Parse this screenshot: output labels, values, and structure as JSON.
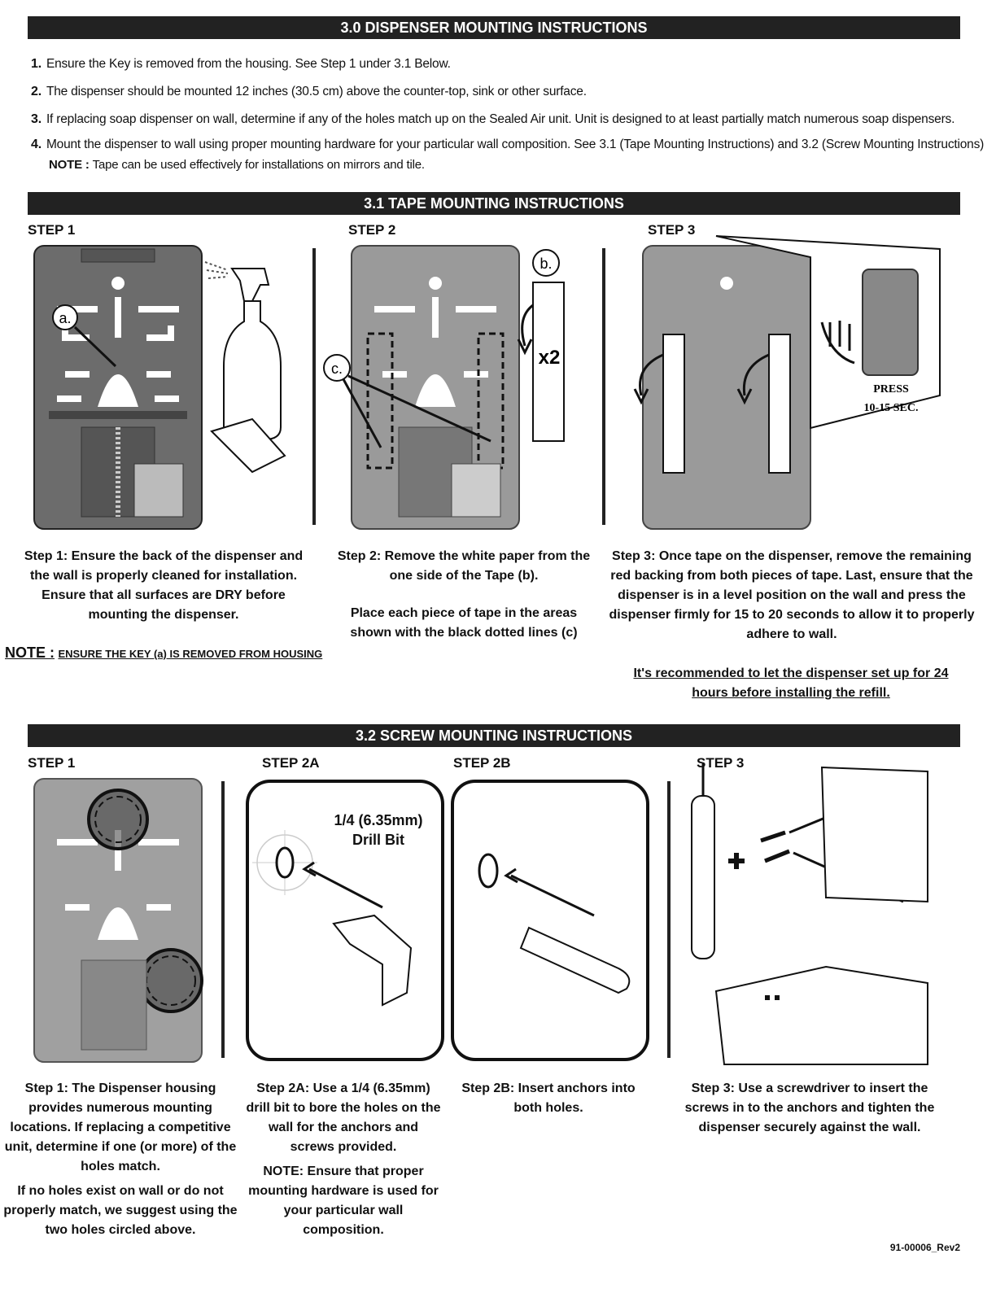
{
  "section30": {
    "title": "3.0 DISPENSER MOUNTING INSTRUCTIONS",
    "items": [
      {
        "num": "1.",
        "text": "Ensure the Key is removed from the housing. See Step 1 under 3.1 Below."
      },
      {
        "num": "2.",
        "text": "The dispenser should be mounted 12 inches (30.5 cm) above the counter-top, sink or other surface."
      },
      {
        "num": "3.",
        "text": "If replacing soap dispenser on wall, determine if any of the holes match up on the Sealed Air unit. Unit is designed to at least partially match numerous soap dispensers."
      },
      {
        "num": "4.",
        "text": "Mount the dispenser to wall using proper mounting hardware for your particular wall composition. See 3.1 (Tape Mounting Instructions) and 3.2 (Screw Mounting Instructions)"
      }
    ],
    "note_label": "NOTE :",
    "note_text": "Tape can be used effectively for installations on mirrors and tile."
  },
  "section31": {
    "title": "3.1 TAPE MOUNTING INSTRUCTIONS",
    "step1_label": "STEP 1",
    "step2_label": "STEP 2",
    "step3_label": "STEP 3",
    "callout_a": "a.",
    "callout_b": "b.",
    "callout_c": "c.",
    "x2": "x2",
    "press": "PRESS",
    "press_time": "10-15 SEC.",
    "step1_caption": "Step 1: Ensure the back of the dispenser and the wall is properly cleaned for installation. Ensure that all surfaces are DRY before mounting the dispenser.",
    "note_label": "NOTE :",
    "note_text": "ENSURE THE KEY (a) IS REMOVED FROM HOUSING",
    "step2_caption": "Step 2: Remove the white paper from the one side of the Tape (b).",
    "step2_caption2": "Place each piece of tape in the areas shown with the black dotted lines (c)",
    "step3_caption": "Step 3: Once tape on the dispenser, remove the remaining  red backing from both pieces of tape.  Last, ensure that the dispenser is in a level position on the wall and press the dispenser firmly for 15 to 20 seconds to allow it to properly adhere to wall.",
    "recommend": "It's recommended to let the dispenser set up for 24 hours before installing the refill."
  },
  "section32": {
    "title": "3.2 SCREW MOUNTING INSTRUCTIONS",
    "step1_label": "STEP 1",
    "step2a_label": "STEP 2A",
    "step2b_label": "STEP 2B",
    "step3_label": "STEP 3",
    "drill_bit_size": "1/4 (6.35mm)",
    "drill_bit_label": "Drill Bit",
    "step1_caption": "Step 1: The Dispenser housing provides numerous mounting locations.  If replacing a competitive unit, determine if one (or more) of the holes match.",
    "step1_caption2": "If no holes exist on wall or do not properly match, we suggest using the two holes circled above.",
    "step2a_caption": "Step 2A: Use a 1/4 (6.35mm) drill bit to bore the holes on the wall for the anchors and screws provided.",
    "step2a_note": "NOTE: Ensure that proper mounting hardware is used for your particular wall composition.",
    "step2b_caption": "Step 2B: Insert anchors into both holes.",
    "step3_caption": "Step 3: Use a screwdriver to insert the screws in to the anchors and tighten the dispenser securely against the wall."
  },
  "footer": {
    "doc_id": "91-00006_Rev2"
  }
}
